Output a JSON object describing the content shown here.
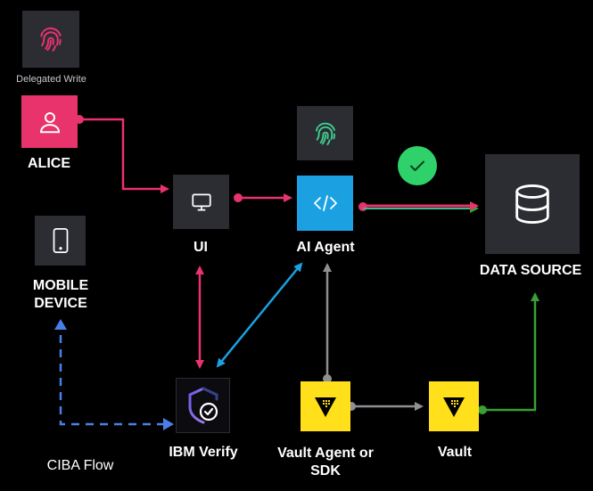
{
  "nodes": {
    "delegated_write": {
      "label": "Delegated Write"
    },
    "alice": {
      "label": "ALICE"
    },
    "ui": {
      "label": "UI"
    },
    "ai_agent": {
      "label": "AI Agent"
    },
    "data_source": {
      "label": "DATA SOURCE"
    },
    "mobile_device": {
      "label_line1": "MOBILE",
      "label_line2": "DEVICE"
    },
    "ibm_verify": {
      "label": "IBM Verify"
    },
    "vault_agent": {
      "label_line1": "Vault Agent or",
      "label_line2": "SDK"
    },
    "vault": {
      "label": "Vault"
    }
  },
  "flow_label": "CIBA Flow",
  "colors": {
    "pink": "#e8336d",
    "blue": "#1ba1e2",
    "green": "#3a9f35",
    "gray": "#8e8e93",
    "dashed_blue": "#4a7fe8",
    "vault_yellow": "#ffe01b",
    "check_green": "#2fd16a"
  }
}
